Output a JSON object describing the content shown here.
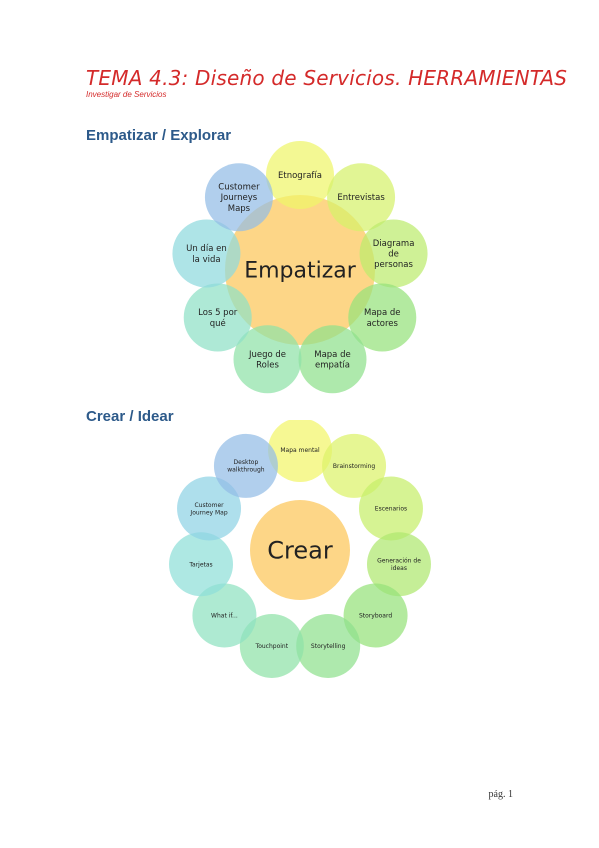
{
  "document": {
    "title": "TEMA 4.3: Diseño de Servicios. HERRAMIENTAS",
    "subtitle": "Investigar de Servicios",
    "page_number": "pág. 1"
  },
  "sections": [
    {
      "heading": "Empatizar / Explorar",
      "diagram": {
        "center": "Empatizar",
        "petals": [
          {
            "label": "Etnografía",
            "color": "#eef56a"
          },
          {
            "label": "Entrevistas",
            "color": "#d6f16b"
          },
          {
            "label": "Diagrama de personas",
            "color": "#bdeb6d"
          },
          {
            "label": "Mapa de actores",
            "color": "#95e27c"
          },
          {
            "label": "Mapa de empatía",
            "color": "#8fe08c"
          },
          {
            "label": "Juego de Roles",
            "color": "#8fe2a8"
          },
          {
            "label": "Los 5 por qué",
            "color": "#8fe0c6"
          },
          {
            "label": "Un día en la vida",
            "color": "#8fd9de"
          },
          {
            "label": "Customer Journeys Maps",
            "color": "#93bce6"
          }
        ]
      }
    },
    {
      "heading": "Crear / Idear",
      "diagram": {
        "center": "Crear",
        "petals": [
          {
            "label": "Mapa mental",
            "color": "#f2f56a"
          },
          {
            "label": "Brainstorming",
            "color": "#dcf36a"
          },
          {
            "label": "Escenarios",
            "color": "#c6ee6a"
          },
          {
            "label": "Generación de ideas",
            "color": "#aee86f"
          },
          {
            "label": "Storyboard",
            "color": "#95e27a"
          },
          {
            "label": "Storytelling",
            "color": "#8fe08e"
          },
          {
            "label": "Touchpoint",
            "color": "#8fe2a8"
          },
          {
            "label": "What if...",
            "color": "#8fe2c0"
          },
          {
            "label": "Tarjetas",
            "color": "#8fdfd8"
          },
          {
            "label": "Customer Journey Map",
            "color": "#8fd2e4"
          },
          {
            "label": "Desktop walkthrough",
            "color": "#93bce6"
          }
        ]
      }
    }
  ]
}
